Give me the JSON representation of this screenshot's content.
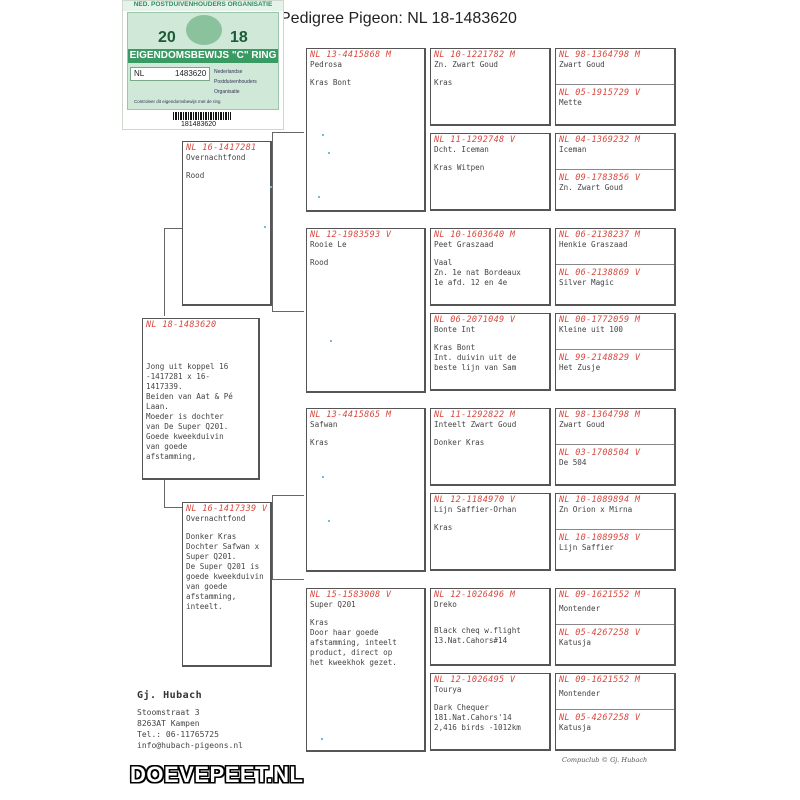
{
  "page": {
    "title": "Pedigree Pigeon: NL  18-1483620"
  },
  "ring_card": {
    "organisation": "NED. POSTDUIVENHOUDERS ORGANISATIE",
    "year_left": "20",
    "year_right": "18",
    "band_text": "EIGENDOMSBEWIJS \"C\" RING",
    "country": "NL",
    "ring_number": "1483620",
    "org_lines": [
      "Nederlandse",
      "Postduivenhouders",
      "Organisatie"
    ],
    "acknowledgement": "Controleer dit eigendomsbewijs met de ring",
    "barcode_number": "181483620"
  },
  "subject": {
    "ring": "NL  18-1483620",
    "lines": [
      "Jong uit koppel 16",
      "-1417281 x 16-",
      "1417339.",
      "Beiden van Aat & Pé",
      "Laan.",
      "Moeder is dochter",
      "van De Super Q201.",
      "Goede kweekduivin",
      "van goede",
      "afstamming,"
    ]
  },
  "sire": {
    "ring": "NL  16-1417281",
    "name": "Overnachtfond",
    "color": "Rood"
  },
  "dam": {
    "ring": "NL  16-1417339 V",
    "name": "Overnachtfond",
    "lines": [
      "Donker Kras",
      "Dochter Safwan x",
      "Super Q201.",
      "De Super Q201 is",
      "goede kweekduivin",
      "van goede",
      "afstamming,",
      "inteelt."
    ]
  },
  "grandparents": [
    {
      "ring": "NL  13-4415868 M",
      "name": "Pedrosa",
      "lines": [
        "Kras Bont"
      ]
    },
    {
      "ring": "NL  12-1983593 V",
      "name": "Rooie Le",
      "lines": [
        "Rood"
      ]
    },
    {
      "ring": "NL  13-4415865 M",
      "name": "Safwan",
      "lines": [
        "Kras"
      ]
    },
    {
      "ring": "NL  15-1583008 V",
      "name": "Super Q201",
      "lines": [
        "Kras",
        "Door haar goede",
        "afstamming, inteelt",
        "product, direct op",
        "het kweekhok gezet."
      ]
    }
  ],
  "great_grandparents": [
    {
      "ring": "NL  10-1221782 M",
      "name": "Zn. Zwart Goud",
      "lines": [
        "Kras"
      ]
    },
    {
      "ring": "NL  11-1292748 V",
      "name": "Dcht. Iceman",
      "lines": [
        "Kras Witpen"
      ]
    },
    {
      "ring": "NL  10-1603640 M",
      "name": "Peet Graszaad",
      "lines": [
        "Vaal",
        "Zn. 1e nat Bordeaux",
        "1e afd. 12 en 4e"
      ]
    },
    {
      "ring": "NL  06-2071049 V",
      "name": "Bonte Int",
      "lines": [
        "Kras Bont",
        "Int. duivin uit de",
        "beste lijn van Sam"
      ]
    },
    {
      "ring": "NL  11-1292822 M",
      "name": "Inteelt Zwart Goud",
      "lines": [
        "Donker Kras"
      ]
    },
    {
      "ring": "NL  12-1184970 V",
      "name": "Lijn Saffier-Orhan",
      "lines": [
        "Kras"
      ]
    },
    {
      "ring": "NL  12-1026496 M",
      "name": "Dreko",
      "lines": [
        "Black cheq w.flight",
        "13.Nat.Cahors#14"
      ]
    },
    {
      "ring": "NL  12-1026495 V",
      "name": "Tourya",
      "lines": [
        "Dark Chequer",
        "181.Nat.Cahors'14",
        "2,416 birds -1012km"
      ]
    }
  ],
  "ggg_parents": [
    {
      "ring": "NL  98-1364798 M",
      "name": "Zwart Goud"
    },
    {
      "ring": "NL  05-1915729 V",
      "name": "Mette"
    },
    {
      "ring": "NL  04-1369232 M",
      "name": "Iceman"
    },
    {
      "ring": "NL  09-1783856 V",
      "name": "Zn. Zwart Goud"
    },
    {
      "ring": "NL  06-2138237 M",
      "name": "Henkie Graszaad"
    },
    {
      "ring": "NL  06-2138869 V",
      "name": "Silver Magic"
    },
    {
      "ring": "NL  00-1772059 M",
      "name": "Kleine uit 100"
    },
    {
      "ring": "NL  99-2148829 V",
      "name": "Het Zusje"
    },
    {
      "ring": "NL  98-1364798 M",
      "name": "Zwart Goud"
    },
    {
      "ring": "NL  03-1708504 V",
      "name": "De 504"
    },
    {
      "ring": "NL  10-1089894 M",
      "name": "Zn Orion x Mirna"
    },
    {
      "ring": "NL  10-1089958 V",
      "name": "Lijn Saffier"
    },
    {
      "ring": "NL  09-1621552 M",
      "name": "Montender"
    },
    {
      "ring": "NL  05-4267258 V",
      "name": "Katusja"
    },
    {
      "ring": "NL  09-1621552 M",
      "name": "Montender"
    },
    {
      "ring": "NL  05-4267258 V",
      "name": "Katusja"
    }
  ],
  "breeder": {
    "name": "Gj. Hubach",
    "address_lines": [
      "Stoomstraat 3",
      "8263AT  Kampen",
      "Tel.: 06-11765725",
      "info@hubach-pigeons.nl"
    ]
  },
  "footer_credit": "Compuclub © Gj. Hubach",
  "watermark": "DOEVEPEET.NL"
}
